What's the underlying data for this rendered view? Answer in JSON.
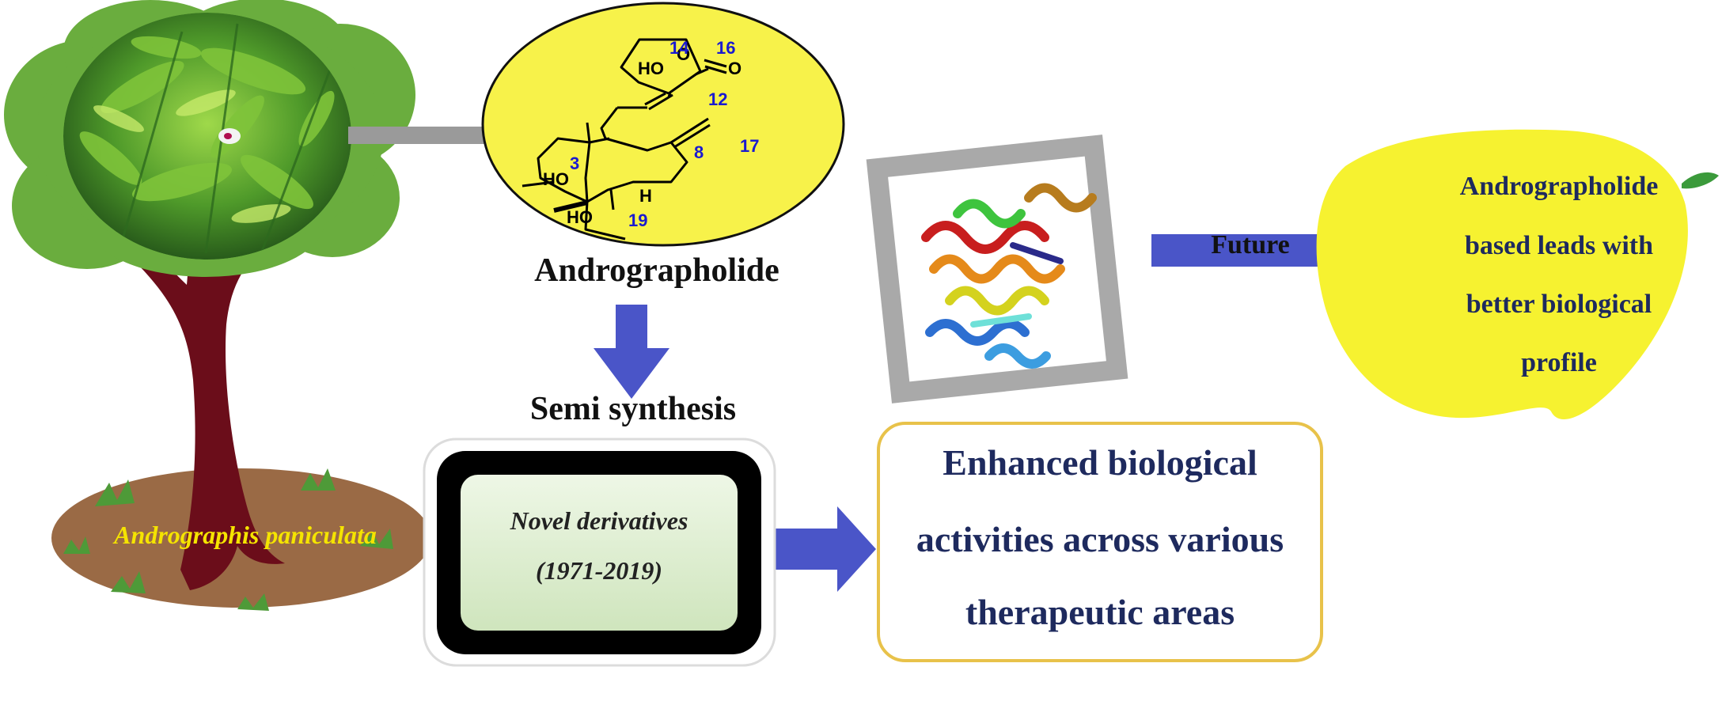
{
  "plant": {
    "species": "Andrographis paniculata"
  },
  "compound": {
    "name": "Andrographolide",
    "atoms": {
      "o_ring": "O",
      "carbonyl_o": "O",
      "ho_14": "HO",
      "ho_3": "HO",
      "h": "H",
      "ho_19": "HO"
    },
    "numbers": {
      "c14": "14",
      "c16": "16",
      "c12": "12",
      "c8": "8",
      "c17": "17",
      "c3": "3",
      "c19": "19"
    }
  },
  "process": {
    "label": "Semi synthesis"
  },
  "derivatives": {
    "title": "Novel derivatives",
    "years": "(1971-2019)"
  },
  "outcome": {
    "line1": "Enhanced biological",
    "line2": "activities across various",
    "line3": "therapeutic areas"
  },
  "future": {
    "label": "Future"
  },
  "leads": {
    "line1": "Andrographolide",
    "line2": "based leads with",
    "line3": "better biological",
    "line4": "profile"
  },
  "colors": {
    "arrow": "#4a55c8",
    "tree_canopy": "#6aad3e",
    "trunk": "#6b0d1a",
    "soil": "#9a6a45",
    "molecule_bg": "#f7f24a",
    "leaf": "#f6f230",
    "species_text": "#f5e400",
    "outcome_border": "#e8c24a",
    "box_inner": "#dff0d0"
  }
}
